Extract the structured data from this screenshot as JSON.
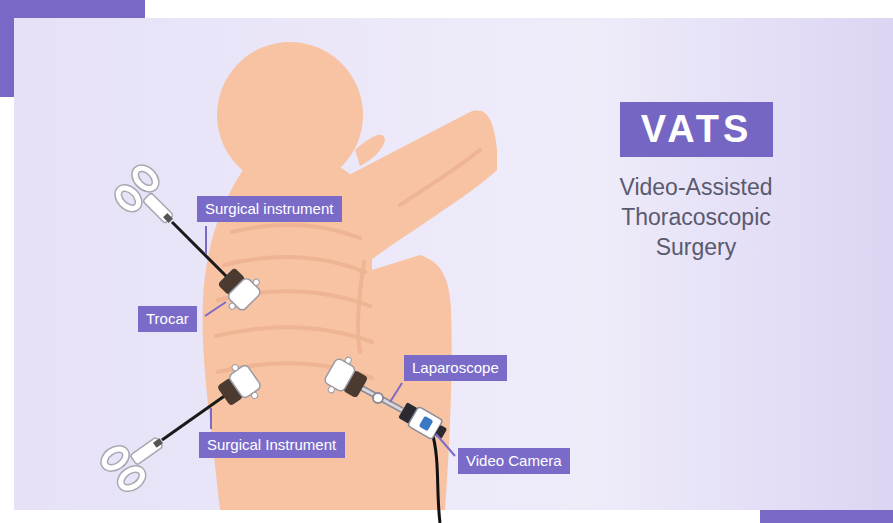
{
  "diagram": {
    "nodes": [
      {
        "text": [
          "VATS"
        ]
      },
      {
        "text": [
          "Surgical instrument"
        ]
      },
      {
        "text": [
          "Trocar"
        ]
      },
      {
        "text": [
          "Laparoscope"
        ]
      },
      {
        "text": [
          "Surgical Instrument"
        ]
      },
      {
        "text": [
          "Video Camera"
        ]
      }
    ],
    "labels": [
      "Video-Assisted Thoracoscopic Surgery"
    ]
  }
}
